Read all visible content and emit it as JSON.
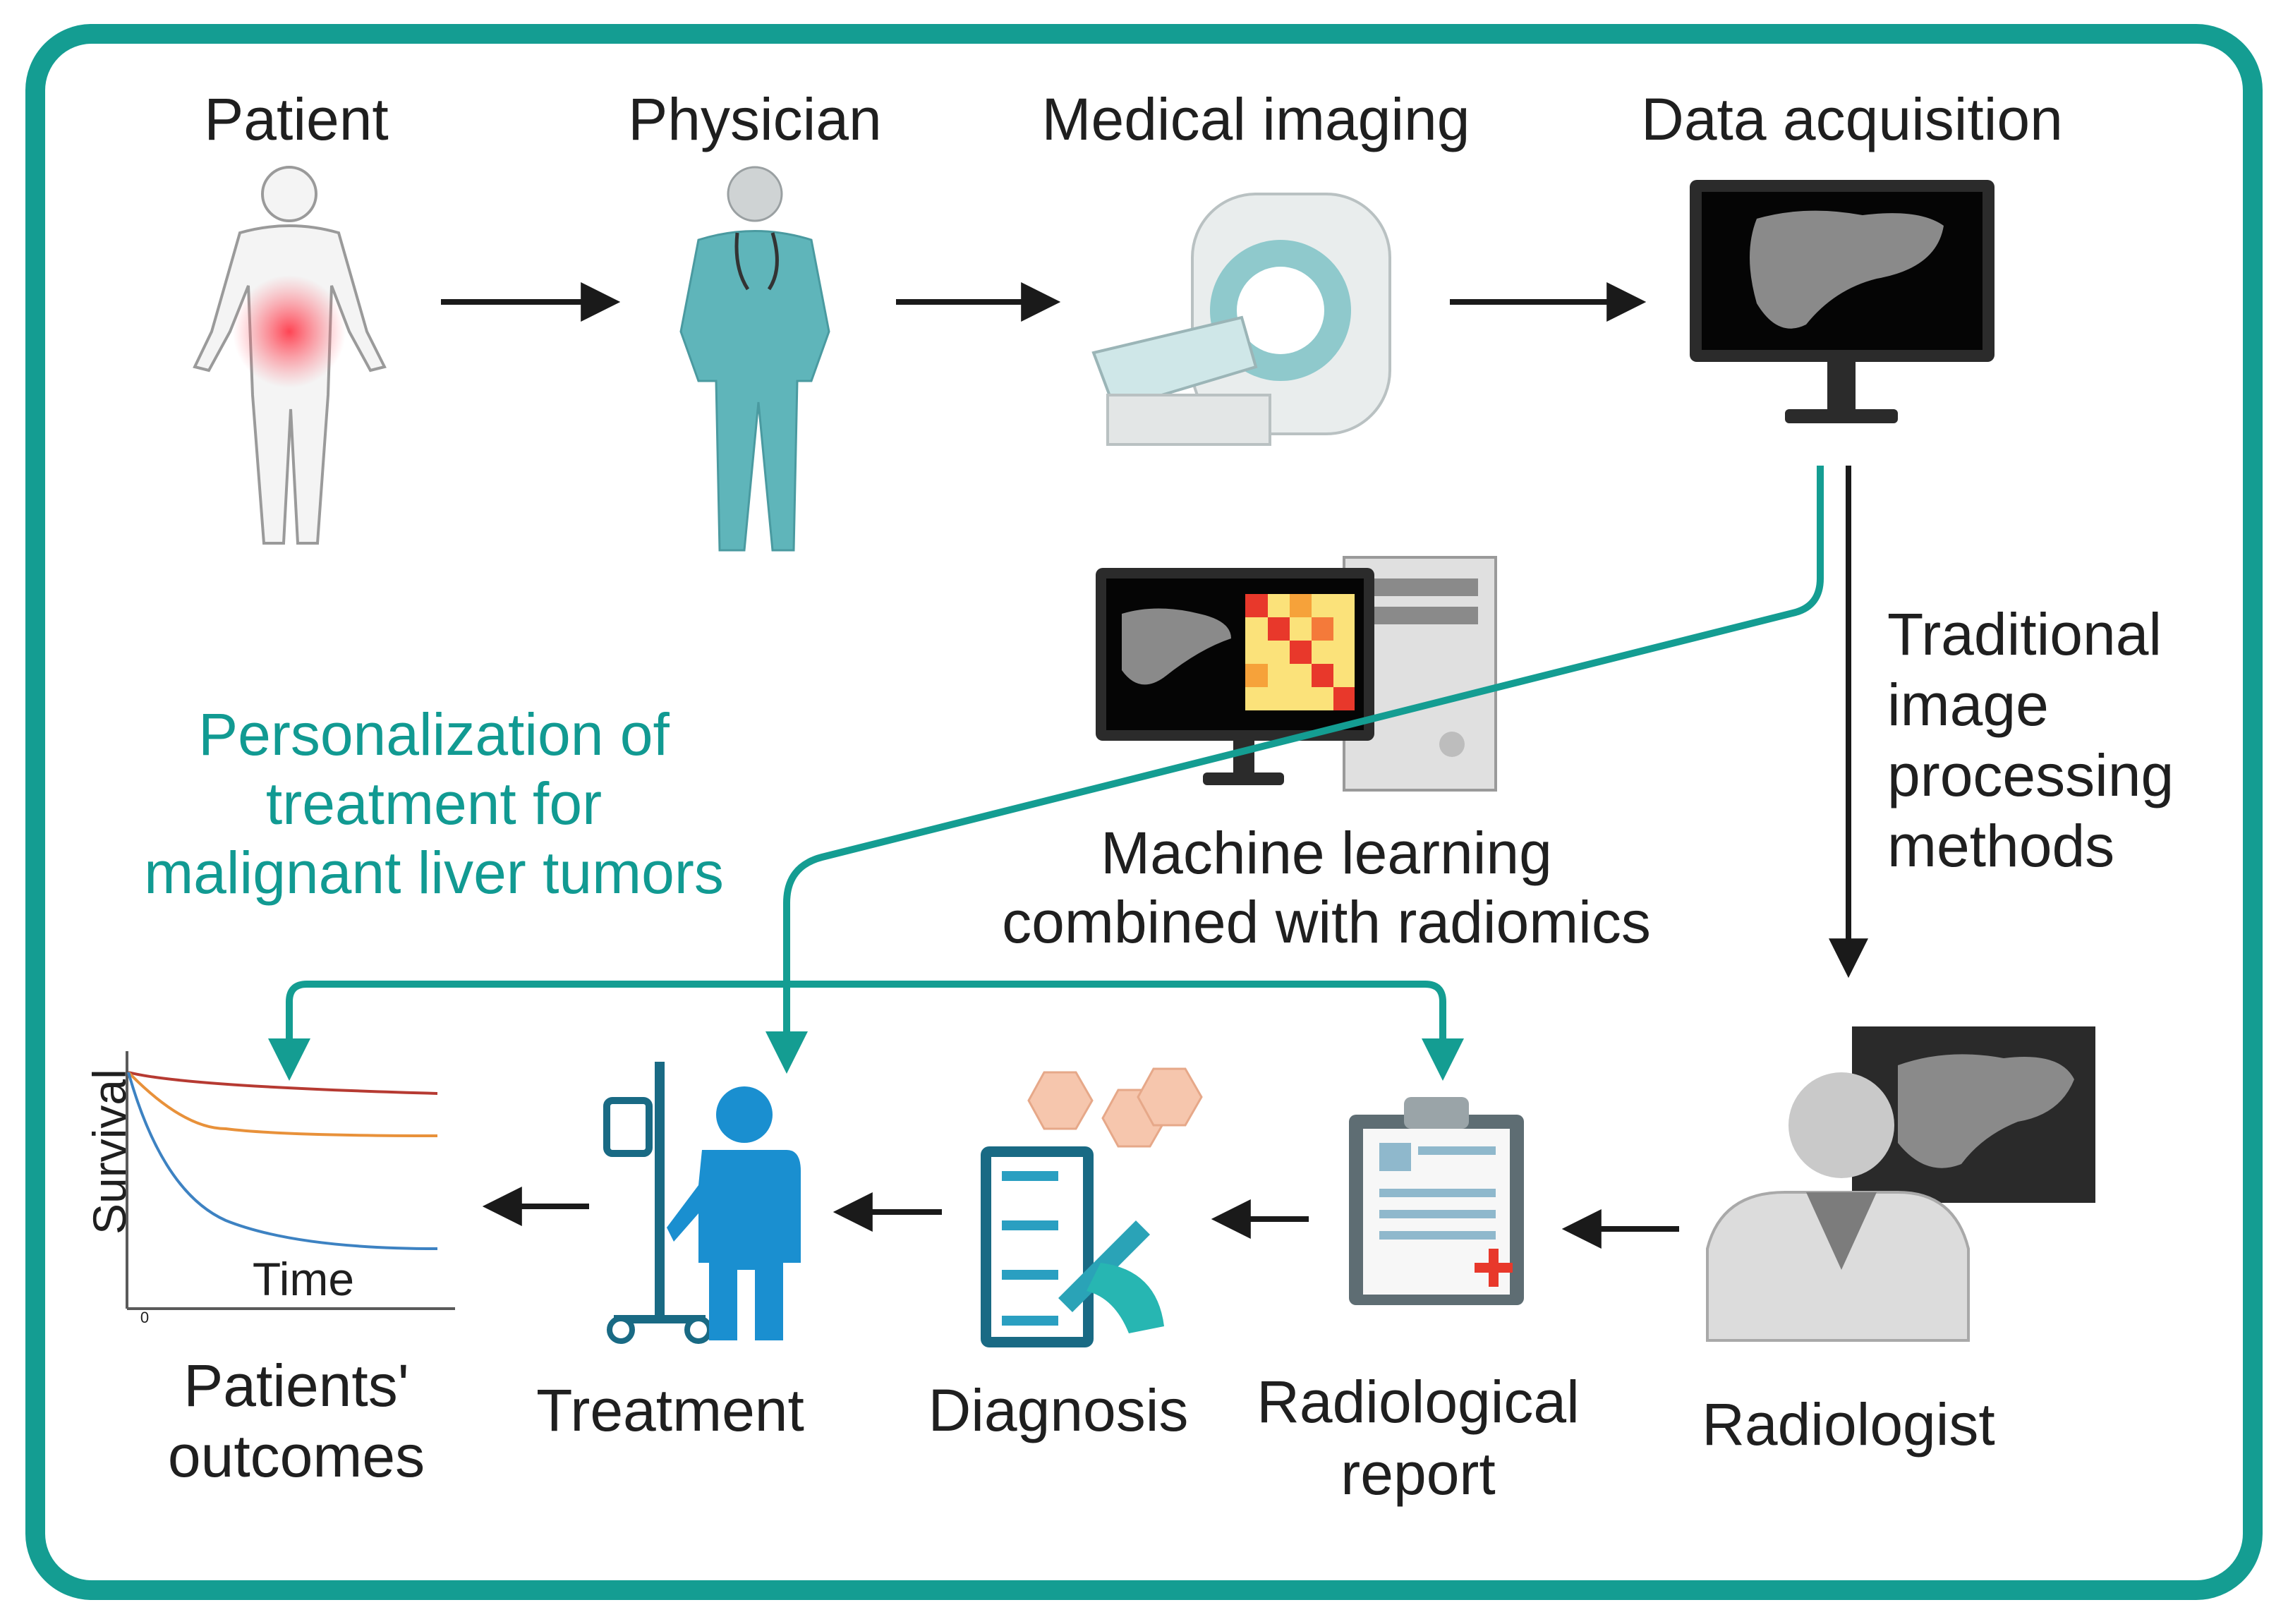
{
  "colors": {
    "frame": "#149d92",
    "accent_teal": "#119a92",
    "arrow": "#1a1a1a",
    "scrub": "#5fb5ba",
    "heatmap_red": "#e8382b",
    "heatmap_yellow": "#fbe27a"
  },
  "nodes": {
    "patient": "Patient",
    "physician": "Physician",
    "medical_imaging": "Medical imaging",
    "data_acquisition": "Data acquisition",
    "radiologist": "Radiologist",
    "radiological_report_line1": "Radiological",
    "radiological_report_line2": "report",
    "diagnosis": "Diagnosis",
    "treatment": "Treatment",
    "patients_outcomes_line1": "Patients'",
    "patients_outcomes_line2": "outcomes"
  },
  "paths": {
    "traditional_line1": "Traditional",
    "traditional_line2": "image",
    "traditional_line3": "processing",
    "traditional_line4": "methods",
    "ml_line1": "Machine learning",
    "ml_line2": "combined with radiomics",
    "personalization_line1": "Personalization of",
    "personalization_line2": "treatment for",
    "personalization_line3": "malignant liver tumors"
  },
  "survival_plot": {
    "ylabel": "Survival",
    "xlabel": "Time",
    "origin": "0"
  },
  "icons": [
    "patient-icon",
    "physician-icon",
    "mri-scanner-icon",
    "monitor-liver-icon",
    "workstation-icon",
    "heatmap-icon",
    "radiologist-icon",
    "clipboard-report-icon",
    "diagnosis-checklist-icon",
    "cells-icon",
    "iv-stand-icon",
    "patient-treatment-icon",
    "survival-curve-icon"
  ]
}
